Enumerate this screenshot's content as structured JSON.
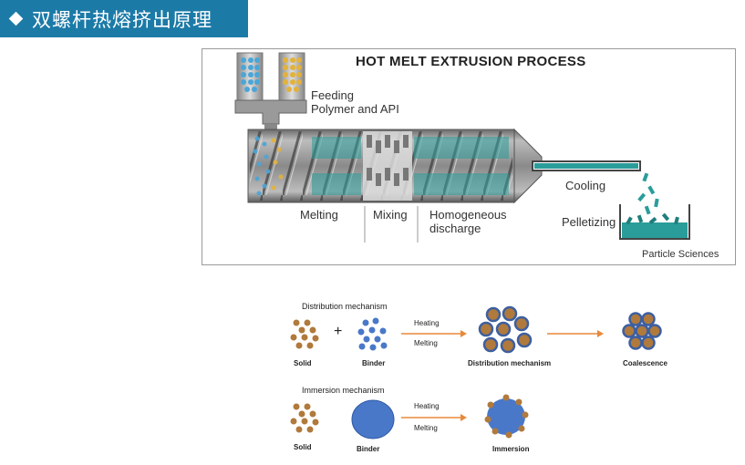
{
  "header": {
    "title": "双螺杆热熔挤出原理"
  },
  "extrusion": {
    "title": "HOT MELT EXTRUSION PROCESS",
    "feeding_line1": "Feeding",
    "feeding_line2": "Polymer and API",
    "melting": "Melting",
    "mixing": "Mixing",
    "homogeneous_line1": "Homogeneous",
    "homogeneous_line2": "discharge",
    "cooling": "Cooling",
    "pelletizing": "Pelletizing",
    "credit": "Particle Sciences"
  },
  "mechanisms": {
    "distribution": {
      "heading": "Distribution mechanism",
      "solid": "Solid",
      "plus": "+",
      "binder": "Binder",
      "heating": "Heating",
      "melting": "Melting",
      "result": "Distribution mechanism",
      "final": "Coalescence"
    },
    "immersion": {
      "heading": "Immersion mechanism",
      "solid": "Solid",
      "binder": "Binder",
      "heating": "Heating",
      "melting": "Melting",
      "result": "Immersion"
    }
  },
  "colors": {
    "header_bg": "#1c7aa7",
    "solid_particle": "#b07a3c",
    "binder_blue": "#4a78c8",
    "arrow_orange": "#e8893a",
    "teal_melt": "#2a9d9a"
  }
}
